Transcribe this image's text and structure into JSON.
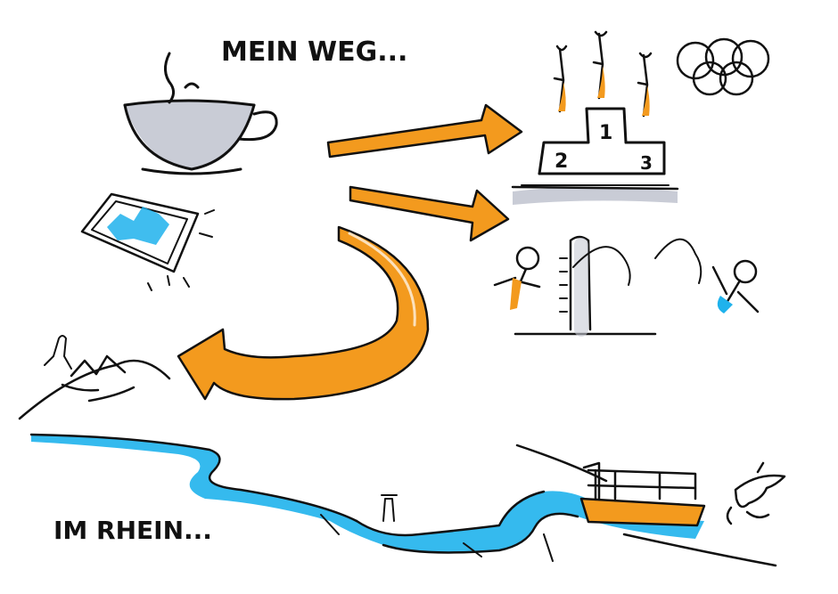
{
  "labels": {
    "title": "MEIN WEG...",
    "river_caption": "IM RHEIN...",
    "podium_first": "1",
    "podium_second": "2",
    "podium_third": "3"
  },
  "colors": {
    "ink": "#111111",
    "orange": "#f39a1e",
    "water": "#1fb2ec",
    "grey": "#c9ccd6",
    "paper": "#ffffff"
  },
  "icons": [
    "coffee-cup-icon",
    "map-icon",
    "podium-icon",
    "olympic-rings-icon",
    "diving-tower-icon",
    "mountain-icon",
    "river-icon",
    "ship-icon",
    "dolphin-icon",
    "curved-arrow-icon"
  ]
}
